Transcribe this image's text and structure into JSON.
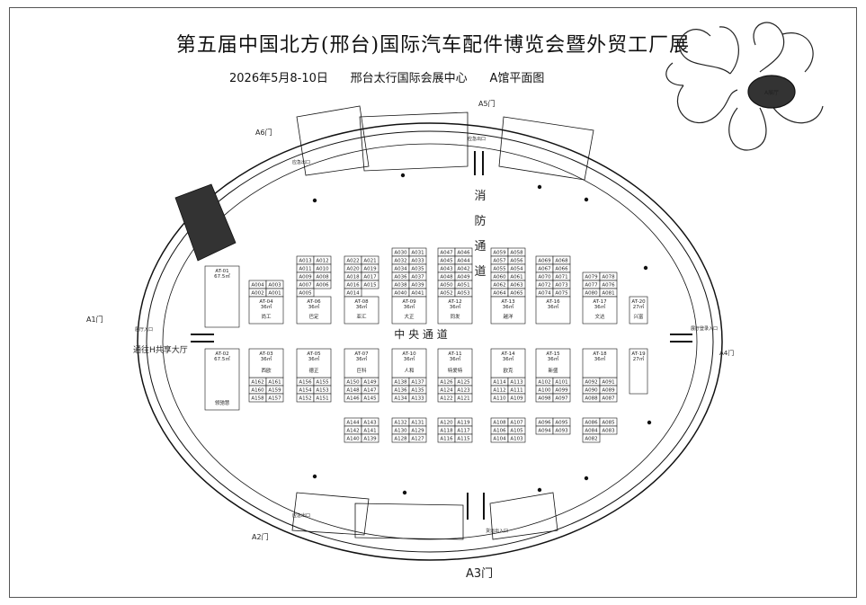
{
  "title": "第五届中国北方(邢台)国际汽车配件博览会暨外贸工厂展",
  "subtitle": "2026年5月8-10日      邢台太行国际会展中心      A馆平面图",
  "hall_badge": "A展厅",
  "doors": {
    "a1": "A1门",
    "a2": "A2门",
    "a3": "A3门",
    "a4": "A4门",
    "a5": "A5门",
    "a6": "A6门"
  },
  "aisles": {
    "center": "中 央 通 道",
    "fire": [
      "消",
      "防",
      "通",
      "道"
    ],
    "h_hall": "通往H共享大厅"
  },
  "exits": {
    "top_left": "应急出口",
    "top_right": "应急出口",
    "bottom_left": "应急出口",
    "bottom_right": "货运出入口",
    "left": "展厅入口",
    "right": "展厅登录入口"
  },
  "big_booths": [
    {
      "code": "AT-01",
      "area": "67.5㎡",
      "name": ""
    },
    {
      "code": "AT-02",
      "area": "67.5㎡",
      "name": "领驰慧"
    },
    {
      "code": "AT-04",
      "area": "36㎡",
      "name": "尚工"
    },
    {
      "code": "AT-06",
      "area": "36㎡",
      "name": "巴定"
    },
    {
      "code": "AT-08",
      "area": "36㎡",
      "name": "亚汇"
    },
    {
      "code": "AT-09",
      "area": "36㎡",
      "name": "大正"
    },
    {
      "code": "AT-12",
      "area": "36㎡",
      "name": "同发"
    },
    {
      "code": "AT-13",
      "area": "36㎡",
      "name": "越洋"
    },
    {
      "code": "AT-16",
      "area": "36㎡",
      "name": ""
    },
    {
      "code": "AT-17",
      "area": "36㎡",
      "name": "文达"
    },
    {
      "code": "AT-20",
      "area": "27㎡",
      "name": "兴富"
    },
    {
      "code": "AT-03",
      "area": "36㎡",
      "name": "西欧"
    },
    {
      "code": "AT-05",
      "area": "36㎡",
      "name": "德正"
    },
    {
      "code": "AT-07",
      "area": "36㎡",
      "name": "巨科"
    },
    {
      "code": "AT-10",
      "area": "36㎡",
      "name": "人和"
    },
    {
      "code": "AT-11",
      "area": "36㎡",
      "name": "特爱特"
    },
    {
      "code": "AT-14",
      "area": "36㎡",
      "name": "欧克"
    },
    {
      "code": "AT-15",
      "area": "36㎡",
      "name": "新盛"
    },
    {
      "code": "AT-18",
      "area": "36㎡",
      "name": ""
    },
    {
      "code": "AT-19",
      "area": "27㎡",
      "name": ""
    }
  ],
  "upper_blocks": [
    [
      "A004",
      "A003",
      "A002",
      "A001"
    ],
    [
      "A013",
      "A012",
      "A011",
      "A010",
      "A009",
      "A008",
      "A007",
      "A006",
      "A005"
    ],
    [
      "A022",
      "A021",
      "A020",
      "A019",
      "A018",
      "A017",
      "A016",
      "A015",
      "A014"
    ],
    [
      "A030",
      "A031",
      "A032",
      "A033",
      "A034",
      "A035",
      "A036",
      "A037",
      "A038",
      "A039",
      "A040",
      "A041"
    ],
    [
      "A047",
      "A046",
      "A045",
      "A044",
      "A043",
      "A042",
      "A048",
      "A049",
      "A050",
      "A051",
      "A052",
      "A053"
    ],
    [
      "A059",
      "A058",
      "A057",
      "A056",
      "A055",
      "A054",
      "A060",
      "A061",
      "A062",
      "A063",
      "A064",
      "A065"
    ],
    [
      "A069",
      "A068",
      "A067",
      "A066",
      "A070",
      "A071",
      "A072",
      "A073",
      "A074",
      "A075"
    ],
    [
      "A079",
      "A078",
      "A077",
      "A076",
      "A080",
      "A081"
    ]
  ],
  "lower_blocks": [
    [
      "A162",
      "A161",
      "A160",
      "A159",
      "A158",
      "A157"
    ],
    [
      "A156",
      "A155",
      "A154",
      "A153",
      "A152",
      "A151"
    ],
    [
      "A150",
      "A149",
      "A148",
      "A147",
      "A146",
      "A145",
      "A144",
      "A143",
      "A142",
      "A141",
      "A140",
      "A139"
    ],
    [
      "A138",
      "A137",
      "A136",
      "A135",
      "A134",
      "A133",
      "A132",
      "A131",
      "A130",
      "A129",
      "A128",
      "A127"
    ],
    [
      "A126",
      "A125",
      "A124",
      "A123",
      "A122",
      "A121",
      "A120",
      "A119",
      "A118",
      "A117",
      "A116",
      "A115"
    ],
    [
      "A114",
      "A113",
      "A112",
      "A111",
      "A110",
      "A109",
      "A108",
      "A107",
      "A106",
      "A105",
      "A104",
      "A103"
    ],
    [
      "A102",
      "A101",
      "A100",
      "A099",
      "A098",
      "A097",
      "A096",
      "A095",
      "A094",
      "A093"
    ],
    [
      "A092",
      "A091",
      "A090",
      "A089",
      "A088",
      "A087",
      "A086",
      "A085",
      "A084",
      "A083",
      "A082"
    ]
  ]
}
